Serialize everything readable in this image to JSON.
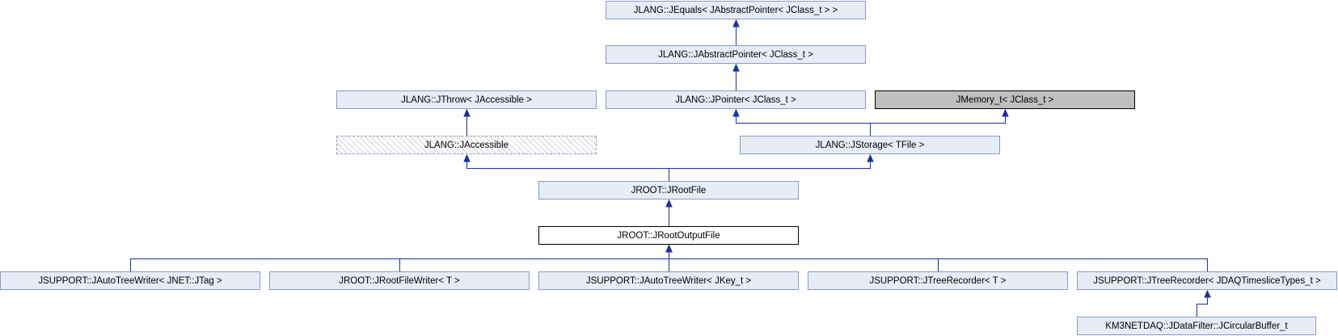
{
  "diagram": {
    "type": "class-inheritance-graph",
    "edge_color": "#1f2f9c",
    "nodes": [
      {
        "id": "jequals",
        "label": "JLANG::JEquals< JAbstractPointer< JClass_t > >",
        "style": "normal"
      },
      {
        "id": "jabstractpointer",
        "label": "JLANG::JAbstractPointer< JClass_t >",
        "style": "normal"
      },
      {
        "id": "jthrow",
        "label": "JLANG::JThrow< JAccessible >",
        "style": "normal"
      },
      {
        "id": "jpointer",
        "label": "JLANG::JPointer< JClass_t >",
        "style": "normal"
      },
      {
        "id": "jmemory",
        "label": "JMemory_t< JClass_t >",
        "style": "gray"
      },
      {
        "id": "jaccessible",
        "label": "JLANG::JAccessible",
        "style": "hatched"
      },
      {
        "id": "jstorage",
        "label": "JLANG::JStorage< TFile >",
        "style": "normal"
      },
      {
        "id": "jrootfile",
        "label": "JROOT::JRootFile",
        "style": "normal"
      },
      {
        "id": "jrootoutputfile",
        "label": "JROOT::JRootOutputFile",
        "style": "focus"
      },
      {
        "id": "jautotreewriter_jtag",
        "label": "JSUPPORT::JAutoTreeWriter< JNET::JTag >",
        "style": "normal"
      },
      {
        "id": "jrootfilewriter",
        "label": "JROOT::JRootFileWriter< T >",
        "style": "normal"
      },
      {
        "id": "jautotreewriter_jkey",
        "label": "JSUPPORT::JAutoTreeWriter< JKey_t >",
        "style": "normal"
      },
      {
        "id": "jtreerecorder_t",
        "label": "JSUPPORT::JTreeRecorder< T >",
        "style": "normal"
      },
      {
        "id": "jtreerecorder_jdaq",
        "label": "JSUPPORT::JTreeRecorder< JDAQTimesliceTypes_t >",
        "style": "normal"
      },
      {
        "id": "jcircularbuffer",
        "label": "KM3NETDAQ::JDataFilter::JCircularBuffer_t",
        "style": "normal"
      }
    ],
    "edges": [
      {
        "from": "jabstractpointer",
        "to": "jequals"
      },
      {
        "from": "jpointer",
        "to": "jabstractpointer"
      },
      {
        "from": "jaccessible",
        "to": "jthrow"
      },
      {
        "from": "jstorage",
        "to": "jpointer"
      },
      {
        "from": "jstorage",
        "to": "jmemory"
      },
      {
        "from": "jrootfile",
        "to": "jaccessible"
      },
      {
        "from": "jrootfile",
        "to": "jstorage"
      },
      {
        "from": "jrootoutputfile",
        "to": "jrootfile"
      },
      {
        "from": "jautotreewriter_jtag",
        "to": "jrootoutputfile"
      },
      {
        "from": "jrootfilewriter",
        "to": "jrootoutputfile"
      },
      {
        "from": "jautotreewriter_jkey",
        "to": "jrootoutputfile"
      },
      {
        "from": "jtreerecorder_t",
        "to": "jrootoutputfile"
      },
      {
        "from": "jtreerecorder_jdaq",
        "to": "jrootoutputfile"
      },
      {
        "from": "jcircularbuffer",
        "to": "jtreerecorder_jdaq"
      }
    ]
  }
}
